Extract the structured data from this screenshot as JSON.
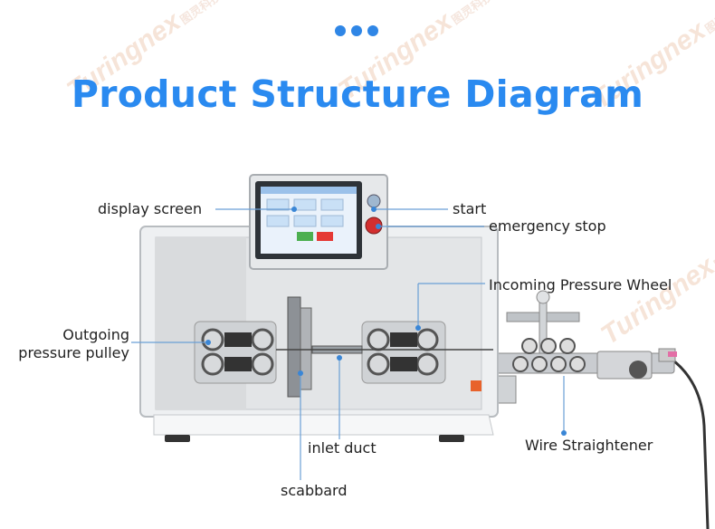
{
  "header": {
    "title": "Product Structure Diagram"
  },
  "watermark": {
    "brand": "Turingnex",
    "brand_cn": "图灵科技"
  },
  "colors": {
    "title": "#2a8af0",
    "callout_dot": "#3a86d6",
    "accent_orange": "#e8622b"
  },
  "labels": {
    "display_screen": "display screen",
    "start": "start",
    "emergency_stop": "emergency stop",
    "incoming_pressure_wheel": "Incoming Pressure Wheel",
    "outgoing_line1": "Outgoing",
    "outgoing_line2": "pressure pulley",
    "inlet_duct": "inlet duct",
    "scabbard": "scabbard",
    "wire_straightener": "Wire Straightener"
  }
}
